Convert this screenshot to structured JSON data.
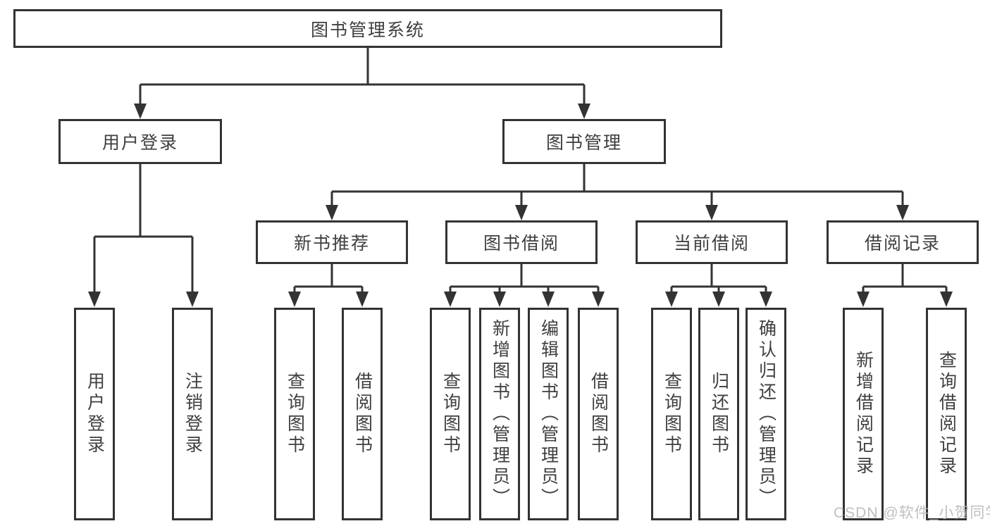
{
  "colors": {
    "background": "#ffffff",
    "line": "#333333",
    "text": "#3f3f3f",
    "watermark": "#b9b9b9"
  },
  "tree": {
    "root": {
      "label": "图书管理系统"
    },
    "branches": [
      {
        "label": "用户登录",
        "leaves": [
          {
            "label": "用户登录"
          },
          {
            "label": "注销登录"
          }
        ]
      },
      {
        "label": "图书管理",
        "groups": [
          {
            "label": "新书推荐",
            "leaves": [
              {
                "label": "查询图书"
              },
              {
                "label": "借阅图书"
              }
            ]
          },
          {
            "label": "图书借阅",
            "leaves": [
              {
                "label": "查询图书"
              },
              {
                "label": "新增图书（管理员）"
              },
              {
                "label": "编辑图书（管理员）"
              },
              {
                "label": "借阅图书"
              }
            ]
          },
          {
            "label": "当前借阅",
            "leaves": [
              {
                "label": "查询图书"
              },
              {
                "label": "归还图书"
              },
              {
                "label": "确认归还（管理员）"
              }
            ]
          },
          {
            "label": "借阅记录",
            "leaves": [
              {
                "label": "新增借阅记录"
              },
              {
                "label": "查询借阅记录"
              }
            ]
          }
        ]
      }
    ]
  },
  "watermark": {
    "text": "CSDN @软件_小贺同学"
  }
}
